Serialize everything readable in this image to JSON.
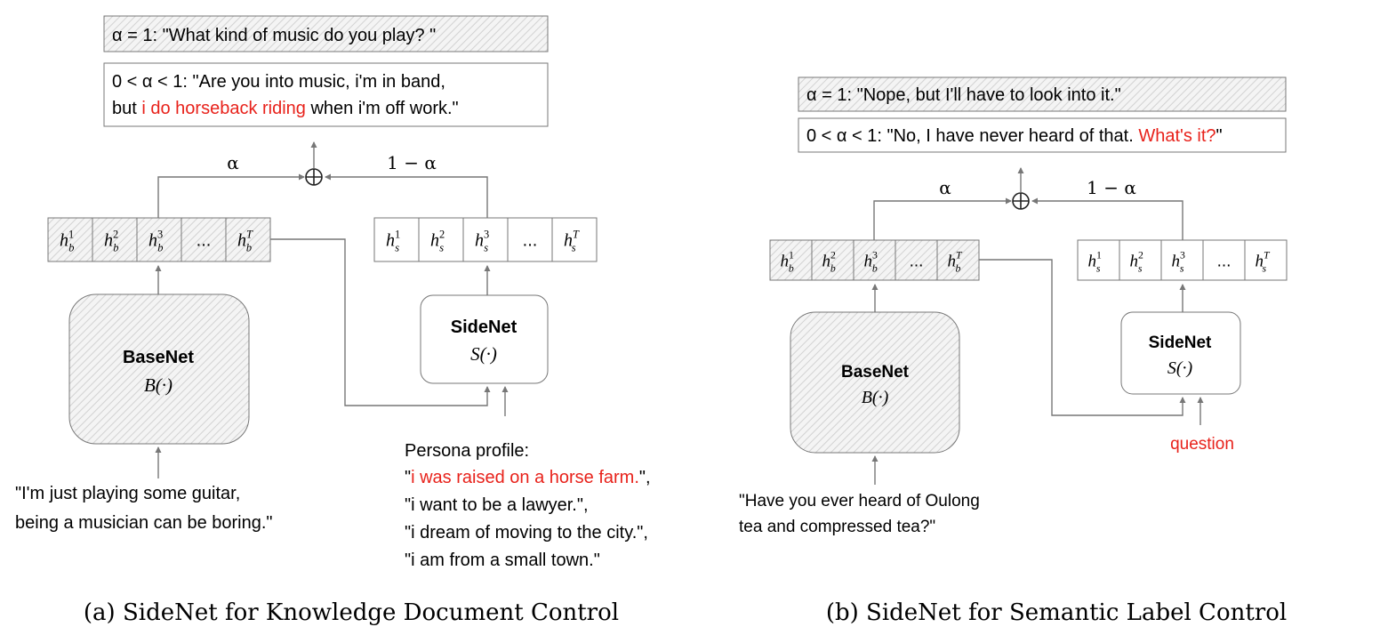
{
  "panel_a": {
    "caption": "(a)  SideNet for Knowledge Document Control",
    "out_full": "α = 1: \"What kind of music do you play? \"",
    "out_mix_line1": "0 < α < 1: \"Are you into music, i'm in band,",
    "out_mix_line2_pre": "but ",
    "out_mix_line2_red": "i do horseback riding",
    "out_mix_line2_post": " when i'm off work.\"",
    "alpha": "α",
    "one_minus_alpha": "1 − α",
    "plus": "⊕",
    "base_cells": [
      {
        "h": "h",
        "sup": "1",
        "sub": "b"
      },
      {
        "h": "h",
        "sup": "2",
        "sub": "b"
      },
      {
        "h": "h",
        "sup": "3",
        "sub": "b"
      },
      {
        "h": "...",
        "sup": "",
        "sub": ""
      },
      {
        "h": "h",
        "sup": "T",
        "sub": "b"
      }
    ],
    "side_cells": [
      {
        "h": "h",
        "sup": "1",
        "sub": "s"
      },
      {
        "h": "h",
        "sup": "2",
        "sub": "s"
      },
      {
        "h": "h",
        "sup": "3",
        "sub": "s"
      },
      {
        "h": "...",
        "sup": "",
        "sub": ""
      },
      {
        "h": "h",
        "sup": "T",
        "sub": "s"
      }
    ],
    "basenet_title": "BaseNet",
    "basenet_func": "B(·)",
    "sidenet_title": "SideNet",
    "sidenet_func": "S(·)",
    "input_line1": "\"I'm just playing some guitar,",
    "input_line2": "being a musician can be boring.\"",
    "persona_title": "Persona profile:",
    "persona_l1_q": "\"",
    "persona_l1_red": "i was raised on a horse farm.",
    "persona_l1_post": "\",",
    "persona_l2": "\"i want to be a lawyer.\",",
    "persona_l3": "\"i dream of moving to the city.\",",
    "persona_l4": "\"i am from a small town.\""
  },
  "panel_b": {
    "caption": "(b)  SideNet for Semantic Label Control",
    "out_full": "α = 1: \"Nope, but I'll have to look into it.\"",
    "out_mix_pre": "0 < α < 1: \"No, I have never heard of that. ",
    "out_mix_red": "What's it?",
    "out_mix_post": "\"",
    "alpha": "α",
    "one_minus_alpha": "1 − α",
    "plus": "⊕",
    "basenet_title": "BaseNet",
    "basenet_func": "B(·)",
    "sidenet_title": "SideNet",
    "sidenet_func": "S(·)",
    "label": "question",
    "input_line1": "\"Have you ever heard of Oulong",
    "input_line2": "tea and compressed tea?\""
  },
  "colors": {
    "highlight": "#e8221b",
    "stroke": "#555555",
    "hatch": "#cfcfcf"
  }
}
